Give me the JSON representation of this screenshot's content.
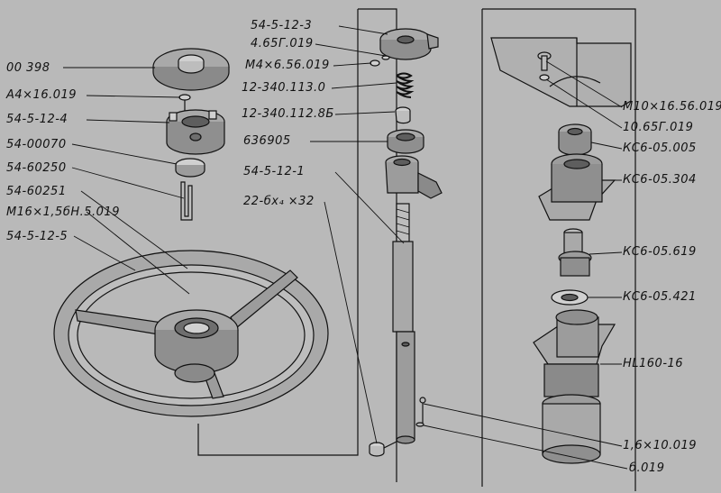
{
  "colors": {
    "background": "#b9b9b9",
    "ink": "#111111",
    "part_fill": "#a9a9a9",
    "part_light": "#d0d0d0",
    "part_dark": "#6e6e6e"
  },
  "labels": {
    "l00398": "00 398",
    "la4": "А4×16.019",
    "l54_5_12_4": "54-5-12-4",
    "l54_00070": "54-00070",
    "l54_60250": "54-60250",
    "l54_60251": "54-60251",
    "lm16": "М16×1,5бН.5.019",
    "l54_5_12_5": "54-5-12-5",
    "l54_5_12_3": "54-5-12-3",
    "l465g": "4.65Г.019",
    "lm4": "М4×6.56.019",
    "l12_340_113": "12-340.113.0",
    "l12_340_112": "12-340.112.8Б",
    "l636905": "636905",
    "l54_5_12_1": "54-5-12-1",
    "l22_6x4": "22-бх₄ ×32",
    "lm10": "М10×16.56.019",
    "l10_65g": "10.65Г.019",
    "lks6_005": "КС6-05.005",
    "lks6_304": "КС6-05.304",
    "lks6_619": "КС6-05.619",
    "lks6_421": "КС6-05.421",
    "lnl160": "НL160-16",
    "l16x10": "1,6×10.019",
    "l6_019": "б.019"
  }
}
